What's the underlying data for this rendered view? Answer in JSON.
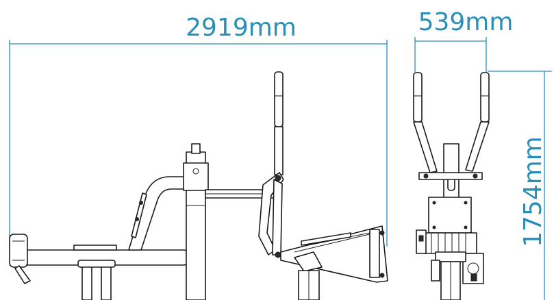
{
  "dimensions": {
    "length": "2919mm",
    "width": "539mm",
    "height": "1754mm"
  },
  "colors": {
    "dimension": "#2a8fb8",
    "outline": "#1a1a1a"
  }
}
